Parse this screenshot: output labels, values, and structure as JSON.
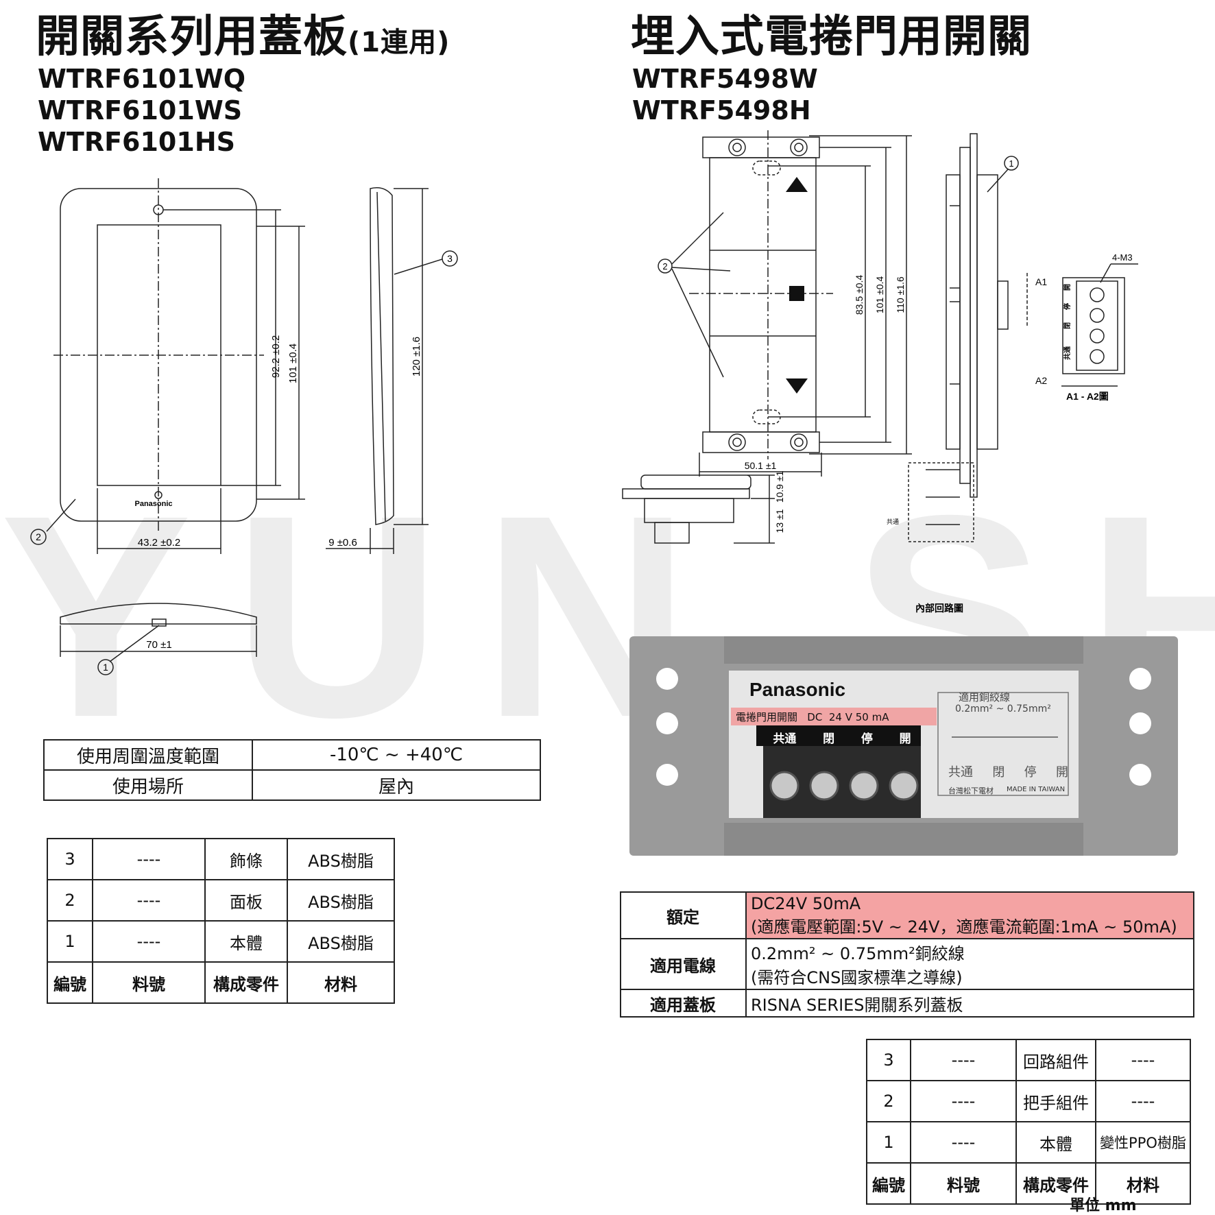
{
  "left": {
    "title_main": "開關系列用蓋板",
    "title_sub": "(1連用)",
    "models": [
      "WTRF6101WQ",
      "WTRF6101WS",
      "WTRF6101HS"
    ],
    "drawing": {
      "brand": "Panasonic",
      "dim_height_inner": "92.2 ±0.2",
      "dim_height_outer": "101 ±0.4",
      "dim_side_height": "120 ±1.6",
      "dim_width_inner": "43.2 ±0.2",
      "dim_depth": "9 ±0.6",
      "dim_width_outer": "70 ±1",
      "callouts": [
        "1",
        "2",
        "3"
      ]
    },
    "env_table": [
      [
        "使用周圍溫度範圍",
        "-10℃ ~ +40℃"
      ],
      [
        "使用場所",
        "屋內"
      ]
    ],
    "parts_table": [
      [
        "3",
        "----",
        "飾條",
        "ABS樹脂"
      ],
      [
        "2",
        "----",
        "面板",
        "ABS樹脂"
      ],
      [
        "1",
        "----",
        "本體",
        "ABS樹脂"
      ],
      [
        "編號",
        "料號",
        "構成零件",
        "材料"
      ]
    ]
  },
  "right": {
    "title": "埋入式電捲門用開關",
    "models": [
      "WTRF5498W",
      "WTRF5498H"
    ],
    "drawing": {
      "dim_835": "83.5 ±0.4",
      "dim_101": "101 ±0.4",
      "dim_110": "110 ±1.6",
      "dim_501": "50.1 ±1",
      "dim_109": "10.9 ±1",
      "dim_13": "13 ±1",
      "label_a1": "A1",
      "label_a2": "A2",
      "label_m3": "4-M3",
      "label_a1a2": "A1 - A2圖",
      "label_circuit": "內部回路圖",
      "label_common": "共通",
      "terminal_labels": [
        "共通",
        "閉",
        "停",
        "開"
      ],
      "callouts": [
        "1",
        "2"
      ]
    },
    "photo": {
      "brand": "Panasonic",
      "rating_line": "電捲門用開關   DC  24 V 50 mA",
      "terminals": [
        "共通",
        "閉",
        "停",
        "開"
      ],
      "wire_title": "適用銅絞線",
      "wire_spec": "0.2mm² ~ 0.75mm²",
      "maker": "台灣松下電材",
      "made_in": "MADE IN TAIWAN"
    },
    "spec_table": [
      {
        "head": "額定",
        "lines": [
          "DC24V 50mA",
          "(適應電壓範圍:5V ~ 24V，適應電流範圍:1mA ~ 50mA)"
        ]
      },
      {
        "head": "適用電線",
        "lines": [
          "0.2mm² ~ 0.75mm²銅絞線",
          "(需符合CNS國家標準之導線)"
        ]
      },
      {
        "head": "適用蓋板",
        "lines": [
          "RISNA SERIES開關系列蓋板"
        ]
      }
    ],
    "parts_table": [
      [
        "3",
        "----",
        "回路組件",
        "----"
      ],
      [
        "2",
        "----",
        "把手組件",
        "----"
      ],
      [
        "1",
        "----",
        "本體",
        "變性PPO樹脂"
      ],
      [
        "編號",
        "料號",
        "構成零件",
        "材料"
      ]
    ],
    "unit": "單位 mm"
  },
  "watermark": "YUN SHUN"
}
